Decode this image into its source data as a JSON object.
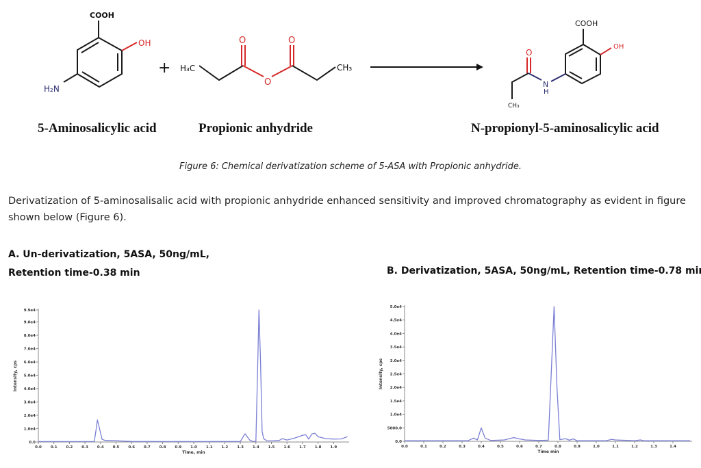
{
  "scheme": {
    "reactant1": {
      "name": "5-Aminosalicylic acid",
      "labels": {
        "cooh": "COOH",
        "oh": "OH",
        "nh2": "H₂N"
      }
    },
    "plus": "+",
    "reactant2": {
      "name": "Propionic anhydride",
      "labels": {
        "left": "H₃C",
        "right": "CH₃",
        "o": "O"
      }
    },
    "product": {
      "name": "N-propionyl-5-aminosalicylic acid",
      "labels": {
        "cooh": "COOH",
        "oh": "OH",
        "n": "N",
        "h": "H",
        "o": "O",
        "ch3": "CH₃"
      }
    },
    "colors": {
      "oxygen": "#d62828",
      "nitrogen": "#2b2d6e",
      "bond": "#1a1a1a"
    }
  },
  "caption": "Figure 6: Chemical derivatization scheme of 5-ASA with Propionic anhydride.",
  "paragraph": {
    "line1": "Derivatization of 5-aminosalisalic acid with propionic anhydride enhanced sensitivity and improved chromatography as evident in figure",
    "line2": "shown below (Figure 6)."
  },
  "panelA": {
    "heading_line1": "A. Un-derivatization, 5ASA, 50ng/mL,",
    "heading_line2": "Retention time-0.38 min"
  },
  "panelB": {
    "heading": "B. Derivatization, 5ASA, 50ng/mL, Retention time-0.78 min"
  },
  "chart_data": [
    {
      "type": "line",
      "xlabel": "Time, min",
      "ylabel": "Intensity, cps",
      "xlim": [
        0,
        2.0
      ],
      "ylim": [
        0,
        99000
      ],
      "xticks": [
        "0.0",
        "0.1",
        "0.2",
        "0.3",
        "0.4",
        "0.5",
        "0.6",
        "0.7",
        "0.8",
        "0.9",
        "1.0",
        "1.1",
        "1.2",
        "1.3",
        "1.4",
        "1.5",
        "1.6",
        "1.7",
        "1.8",
        "1.9"
      ],
      "yticks": [
        0,
        10000,
        20000,
        30000,
        40000,
        50000,
        60000,
        70000,
        80000,
        90000,
        99000
      ],
      "ytick_labels": [
        "0.0",
        "1.0e4",
        "2.0e4",
        "3.0e4",
        "4.0e4",
        "5.0e4",
        "6.0e4",
        "7.0e4",
        "8.0e4",
        "9.0e4",
        "9.9e4"
      ],
      "color": "#7b7fd4",
      "x": [
        0,
        0.3,
        0.36,
        0.37,
        0.38,
        0.39,
        0.41,
        0.43,
        0.5,
        0.6,
        1.0,
        1.3,
        1.33,
        1.36,
        1.38,
        1.4,
        1.41,
        1.42,
        1.43,
        1.44,
        1.45,
        1.47,
        1.5,
        1.55,
        1.57,
        1.6,
        1.65,
        1.7,
        1.72,
        1.74,
        1.76,
        1.78,
        1.8,
        1.85,
        1.9,
        1.95,
        1.99
      ],
      "y": [
        300,
        300,
        300,
        8000,
        16500,
        12000,
        2000,
        1200,
        900,
        400,
        300,
        400,
        6200,
        1500,
        400,
        500,
        50000,
        99000,
        60000,
        8000,
        2500,
        1000,
        800,
        1200,
        2500,
        1500,
        3000,
        5000,
        5500,
        2200,
        6000,
        6500,
        4000,
        2500,
        2200,
        2300,
        4000
      ]
    },
    {
      "type": "line",
      "xlabel": "Time min",
      "ylabel": "Intensity, cps",
      "xlim": [
        0,
        1.5
      ],
      "ylim": [
        0,
        50000
      ],
      "xticks": [
        "0.0",
        "0.1",
        "0.2",
        "0.3",
        "0.4",
        "0.5",
        "0.6",
        "0.7",
        "0.8",
        "0.9",
        "1.0",
        "1.1",
        "1.2",
        "1.3",
        "1.4"
      ],
      "yticks": [
        0,
        5000,
        10000,
        15000,
        20000,
        25000,
        30000,
        35000,
        40000,
        45000,
        50000
      ],
      "ytick_labels": [
        "0.0",
        "5000.0",
        "1.0e4",
        "1.5e4",
        "2.0e4",
        "2.5e4",
        "3.0e4",
        "3.5e4",
        "4.0e4",
        "4.5e4",
        "5.0e4"
      ],
      "color": "#7b7fd4",
      "x": [
        0,
        0.33,
        0.36,
        0.38,
        0.4,
        0.42,
        0.45,
        0.52,
        0.57,
        0.6,
        0.63,
        0.7,
        0.75,
        0.765,
        0.78,
        0.795,
        0.81,
        0.84,
        0.86,
        0.88,
        0.9,
        1.05,
        1.08,
        1.1,
        1.2,
        1.23,
        1.25,
        1.4,
        1.49
      ],
      "y": [
        200,
        200,
        1200,
        500,
        5000,
        1200,
        300,
        500,
        1400,
        900,
        500,
        300,
        400,
        25000,
        50000,
        20000,
        600,
        1000,
        400,
        900,
        200,
        200,
        700,
        500,
        200,
        500,
        200,
        200,
        200
      ]
    }
  ]
}
